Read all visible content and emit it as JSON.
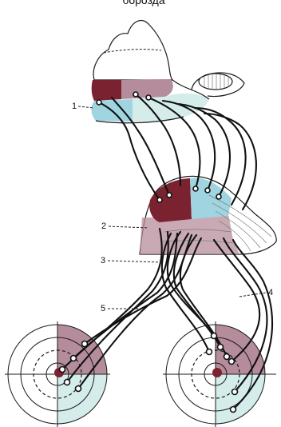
{
  "top_caption": "борозда",
  "labels": [
    "1",
    "2",
    "3",
    "4",
    "5"
  ],
  "colors": {
    "maroon": "#7b2230",
    "mauve": "#b58c9b",
    "blue": "#9fd4e0",
    "light_cyan": "#d4ecea",
    "fiber": "#111111"
  }
}
